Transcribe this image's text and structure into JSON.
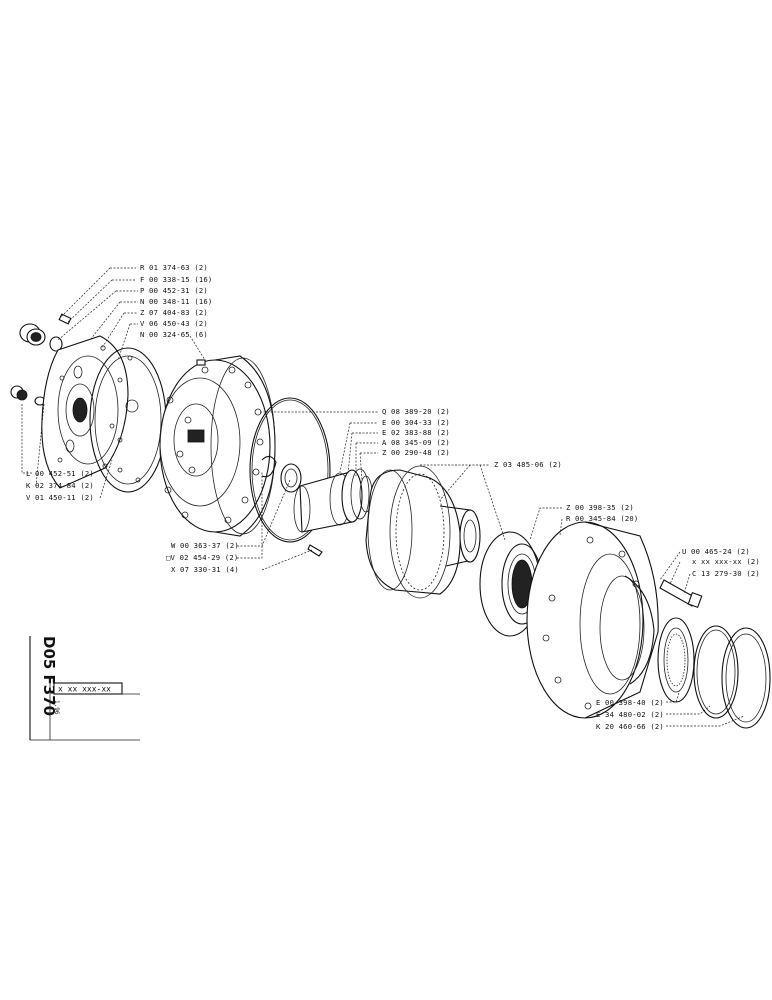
{
  "drawing_code": "D05 F370",
  "part_box_text": "x xx xxx-xx",
  "side_note": "1.96",
  "callouts": {
    "r01374": "R 01 374-63 (2)",
    "f00338": "F 00 338-15 (16)",
    "p00452": "P 00 452-31 (2)",
    "n00348": "N 00 348-11 (16)",
    "z07404": "Z 07 404-83 (2)",
    "v06450": "V 06 450-43 (2)",
    "n00324": "N 00 324-65 (6)",
    "l00452": "L 00 452-51 (2)",
    "k02374": "K 02 374-84 (2)",
    "v01450": "V 01 450-11 (2)",
    "q08389": "Q 08 389-20 (2)",
    "e00304": "E 00 304-33 (2)",
    "e02383": "E 02 383-88 (2)",
    "a08345": "A 08 345-09 (2)",
    "z00290": "Z 00 290-48 (2)",
    "z03485": "Z 03 485-06 (2)",
    "w00363": "W 00 363-37 (2)",
    "v02454": "□V 02 454-29 (2)",
    "x07330": "X 07 330-31 (4)",
    "z00398": "Z 00 398-35 (2)",
    "r00345": "R 00 345-84 (20)",
    "u00465": "U 00 465-24 (2)",
    "xxx": "x xx xxx-xx (2)",
    "c13279": "C 13 279-30 (2)",
    "e00398": "E 00 398-40 (2)",
    "e34480": "E 34 480-02 (2)",
    "k20460": "K 20 460-66 (2)"
  }
}
